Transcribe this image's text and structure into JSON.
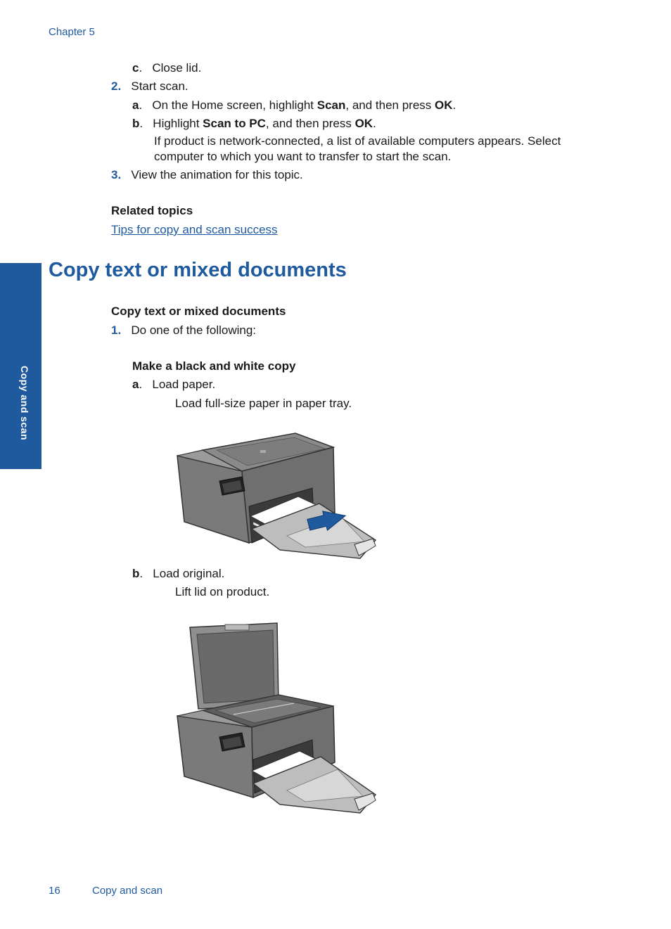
{
  "header": {
    "chapter": "Chapter 5"
  },
  "steps": {
    "c_letter": "c",
    "c_text": "Close lid.",
    "s2_num": "2.",
    "s2_text": "Start scan.",
    "a_letter": "a",
    "a_pre": "On the Home screen, highlight ",
    "a_b1": "Scan",
    "a_mid": ", and then press ",
    "a_b2": "OK",
    "a_end": ".",
    "b_letter": "b",
    "b_pre": "Highlight ",
    "b_b1": "Scan to PC",
    "b_mid": ", and then press ",
    "b_b2": "OK",
    "b_end": ".",
    "b_note1": "If product is network-connected, a list of available computers appears. Select",
    "b_note2": "computer to which you want to transfer to start the scan.",
    "s3_num": "3.",
    "s3_text": "View the animation for this topic."
  },
  "related": {
    "title": "Related topics",
    "link": "Tips for copy and scan success"
  },
  "section": {
    "title": "Copy text or mixed documents",
    "subtitle": "Copy text or mixed documents",
    "s1_num": "1.",
    "s1_text": "Do one of the following:",
    "bw_title": "Make a black and white copy",
    "la_letter": "a",
    "la_text": "Load paper.",
    "la_note": "Load full-size paper in paper tray.",
    "lb_letter": "b",
    "lb_text": "Load original.",
    "lb_note": "Lift lid on product."
  },
  "sidetab": {
    "label": "Copy and scan"
  },
  "footer": {
    "page": "16",
    "section": "Copy and scan"
  },
  "colors": {
    "accent": "#1f5a9e",
    "printer_body": "#8c8c8c",
    "arrow": "#1f5a9e"
  }
}
